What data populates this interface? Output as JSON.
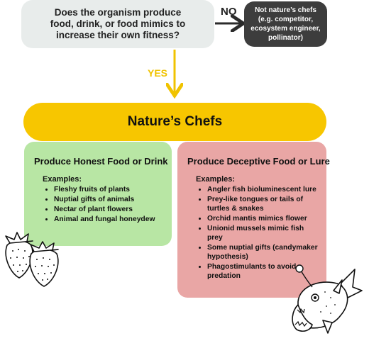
{
  "question": {
    "lines": [
      "Does the organism produce",
      "food, drink, or food mimics to",
      "increase their own fitness?"
    ]
  },
  "no_label": "NO",
  "yes_label": "YES",
  "not_chefs": {
    "title": "Not nature’s chefs",
    "lines": [
      "(e.g. competitor,",
      "ecosystem engineer,",
      "pollinator)"
    ]
  },
  "chefs_title": "Nature’s Chefs",
  "honest": {
    "title": "Produce Honest Food or Drink",
    "examples_label": "Examples:",
    "items": [
      "Fleshy fruits of plants",
      "Nuptial gifts of animals",
      "Nectar of plant flowers",
      "Animal and fungal honeydew"
    ]
  },
  "deceptive": {
    "title": "Produce Deceptive Food or Lure",
    "examples_label": "Examples:",
    "items": [
      "Angler fish bioluminescent lure",
      "Prey-like tongues or tails of turtles & snakes",
      "Orchid mantis mimics flower",
      "Unionid mussels mimic fish prey",
      "Some nuptial gifts (candymaker hypothesis)",
      "Phagostimulants to avoid predation"
    ]
  },
  "colors": {
    "question_bg": "#e8eceb",
    "not_chefs_bg": "#3d3d3d",
    "chefs_yellow": "#f7c600",
    "honest_green": "#b8e6a4",
    "deceptive_pink": "#e9a6a5"
  },
  "icons": [
    "strawberry-icon",
    "anglerfish-icon"
  ]
}
